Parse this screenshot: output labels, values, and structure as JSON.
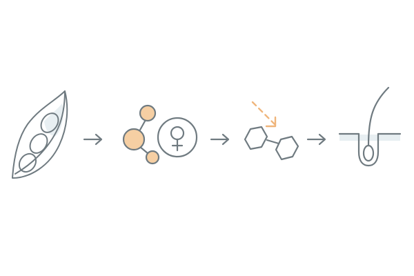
{
  "colors": {
    "outline": "#6f7a80",
    "accent_fill": "#f6cfa3",
    "accent_arrow": "#efb57b",
    "soft_fill": "#e8eff2",
    "background": "#ffffff"
  },
  "steps": [
    {
      "id": "soybean",
      "icon": "soybean-pod-icon"
    },
    {
      "id": "phytoestrogen",
      "icon": "molecule-female-symbol-icon"
    },
    {
      "id": "receptor-binding",
      "icon": "hexagon-binding-icon"
    },
    {
      "id": "hair-follicle",
      "icon": "hair-follicle-icon"
    }
  ],
  "connectors": [
    {
      "from": "soybean",
      "to": "phytoestrogen",
      "icon": "arrow-right-icon"
    },
    {
      "from": "phytoestrogen",
      "to": "receptor-binding",
      "icon": "arrow-right-icon"
    },
    {
      "from": "receptor-binding",
      "to": "hair-follicle",
      "icon": "arrow-right-icon"
    }
  ]
}
